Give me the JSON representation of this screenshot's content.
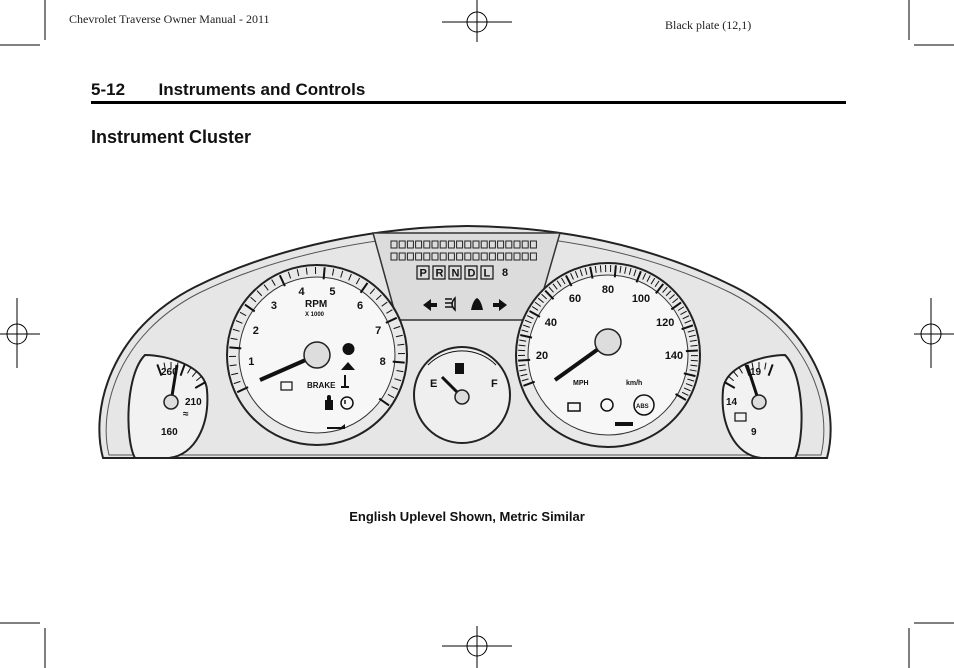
{
  "header": {
    "left": "Chevrolet Traverse Owner Manual - 2011",
    "right": "Black plate (12,1)"
  },
  "section": {
    "page_number": "5-12",
    "title": "Instruments and Controls"
  },
  "subsection_title": "Instrument Cluster",
  "cluster": {
    "prndl": [
      "P",
      "R",
      "N",
      "D",
      "L"
    ],
    "gear_digit": "8",
    "tachometer": {
      "ticks": [
        "1",
        "2",
        "3",
        "4",
        "5",
        "6",
        "7",
        "8"
      ],
      "label": "RPM",
      "multiplier": "X 1000",
      "brake": "BRAKE"
    },
    "speedometer": {
      "ticks": [
        "20",
        "40",
        "60",
        "80",
        "100",
        "120",
        "140"
      ],
      "unit_mph": "MPH",
      "unit_kmh": "km/h",
      "abs": "ABS"
    },
    "fuel": {
      "empty": "E",
      "full": "F"
    },
    "temperature": {
      "ticks": [
        "260",
        "210",
        "160"
      ]
    },
    "voltage": {
      "ticks": [
        "19",
        "14",
        "9"
      ]
    }
  },
  "caption": "English Uplevel Shown, Metric Similar"
}
